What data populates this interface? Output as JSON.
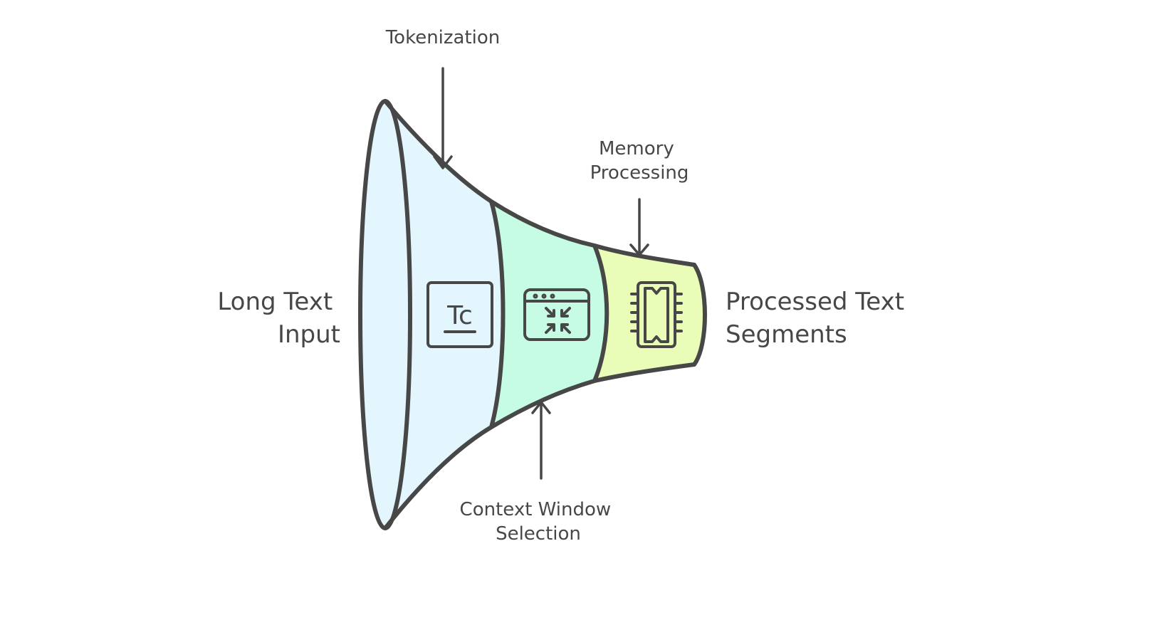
{
  "input_label": [
    "Long Text",
    "Input"
  ],
  "output_label": [
    "Processed Text",
    "Segments"
  ],
  "stages": [
    {
      "label": [
        "Tokenization"
      ],
      "icon": "text-token-icon",
      "color": "#e3f6fd"
    },
    {
      "label": [
        "Context Window",
        "Selection"
      ],
      "icon": "window-compress-icon",
      "color": "#c6fbe4"
    },
    {
      "label": [
        "Memory",
        "Processing"
      ],
      "icon": "chip-icon",
      "color": "#e9fcb8"
    }
  ],
  "icon_text": "Tc",
  "stroke_color": "#474747"
}
